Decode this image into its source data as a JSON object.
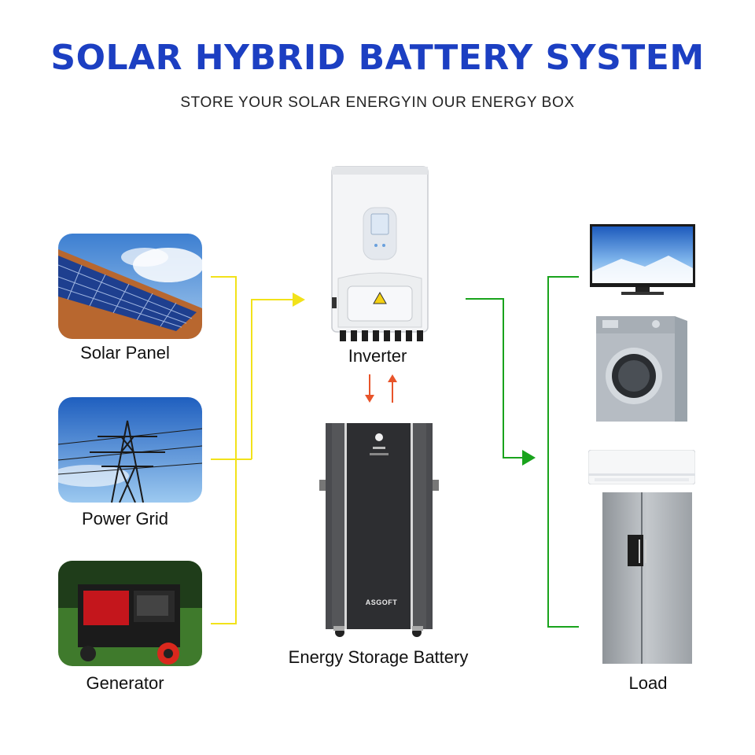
{
  "title": "SOLAR HYBRID BATTERY SYSTEM",
  "subtitle": "STORE YOUR SOLAR ENERGYIN OUR ENERGY BOX",
  "sources": [
    {
      "label": "Solar Panel",
      "icon": "solar-panel-photo"
    },
    {
      "label": "Power Grid",
      "icon": "power-grid-photo"
    },
    {
      "label": "Generator",
      "icon": "generator-photo"
    }
  ],
  "inverter": {
    "label": "Inverter",
    "icon": "inverter-photo"
  },
  "battery": {
    "label": "Energy Storage Battery",
    "brand": "ASGOFT",
    "icon": "battery-photo"
  },
  "load": {
    "label": "Load",
    "items": [
      "tv-icon",
      "washing-machine-icon",
      "air-conditioner-icon",
      "refrigerator-icon"
    ]
  },
  "colors": {
    "title": "#1c3fc2",
    "source_line": "#f2e21a",
    "load_line": "#19a31c",
    "battery_arrow": "#e8542a"
  }
}
